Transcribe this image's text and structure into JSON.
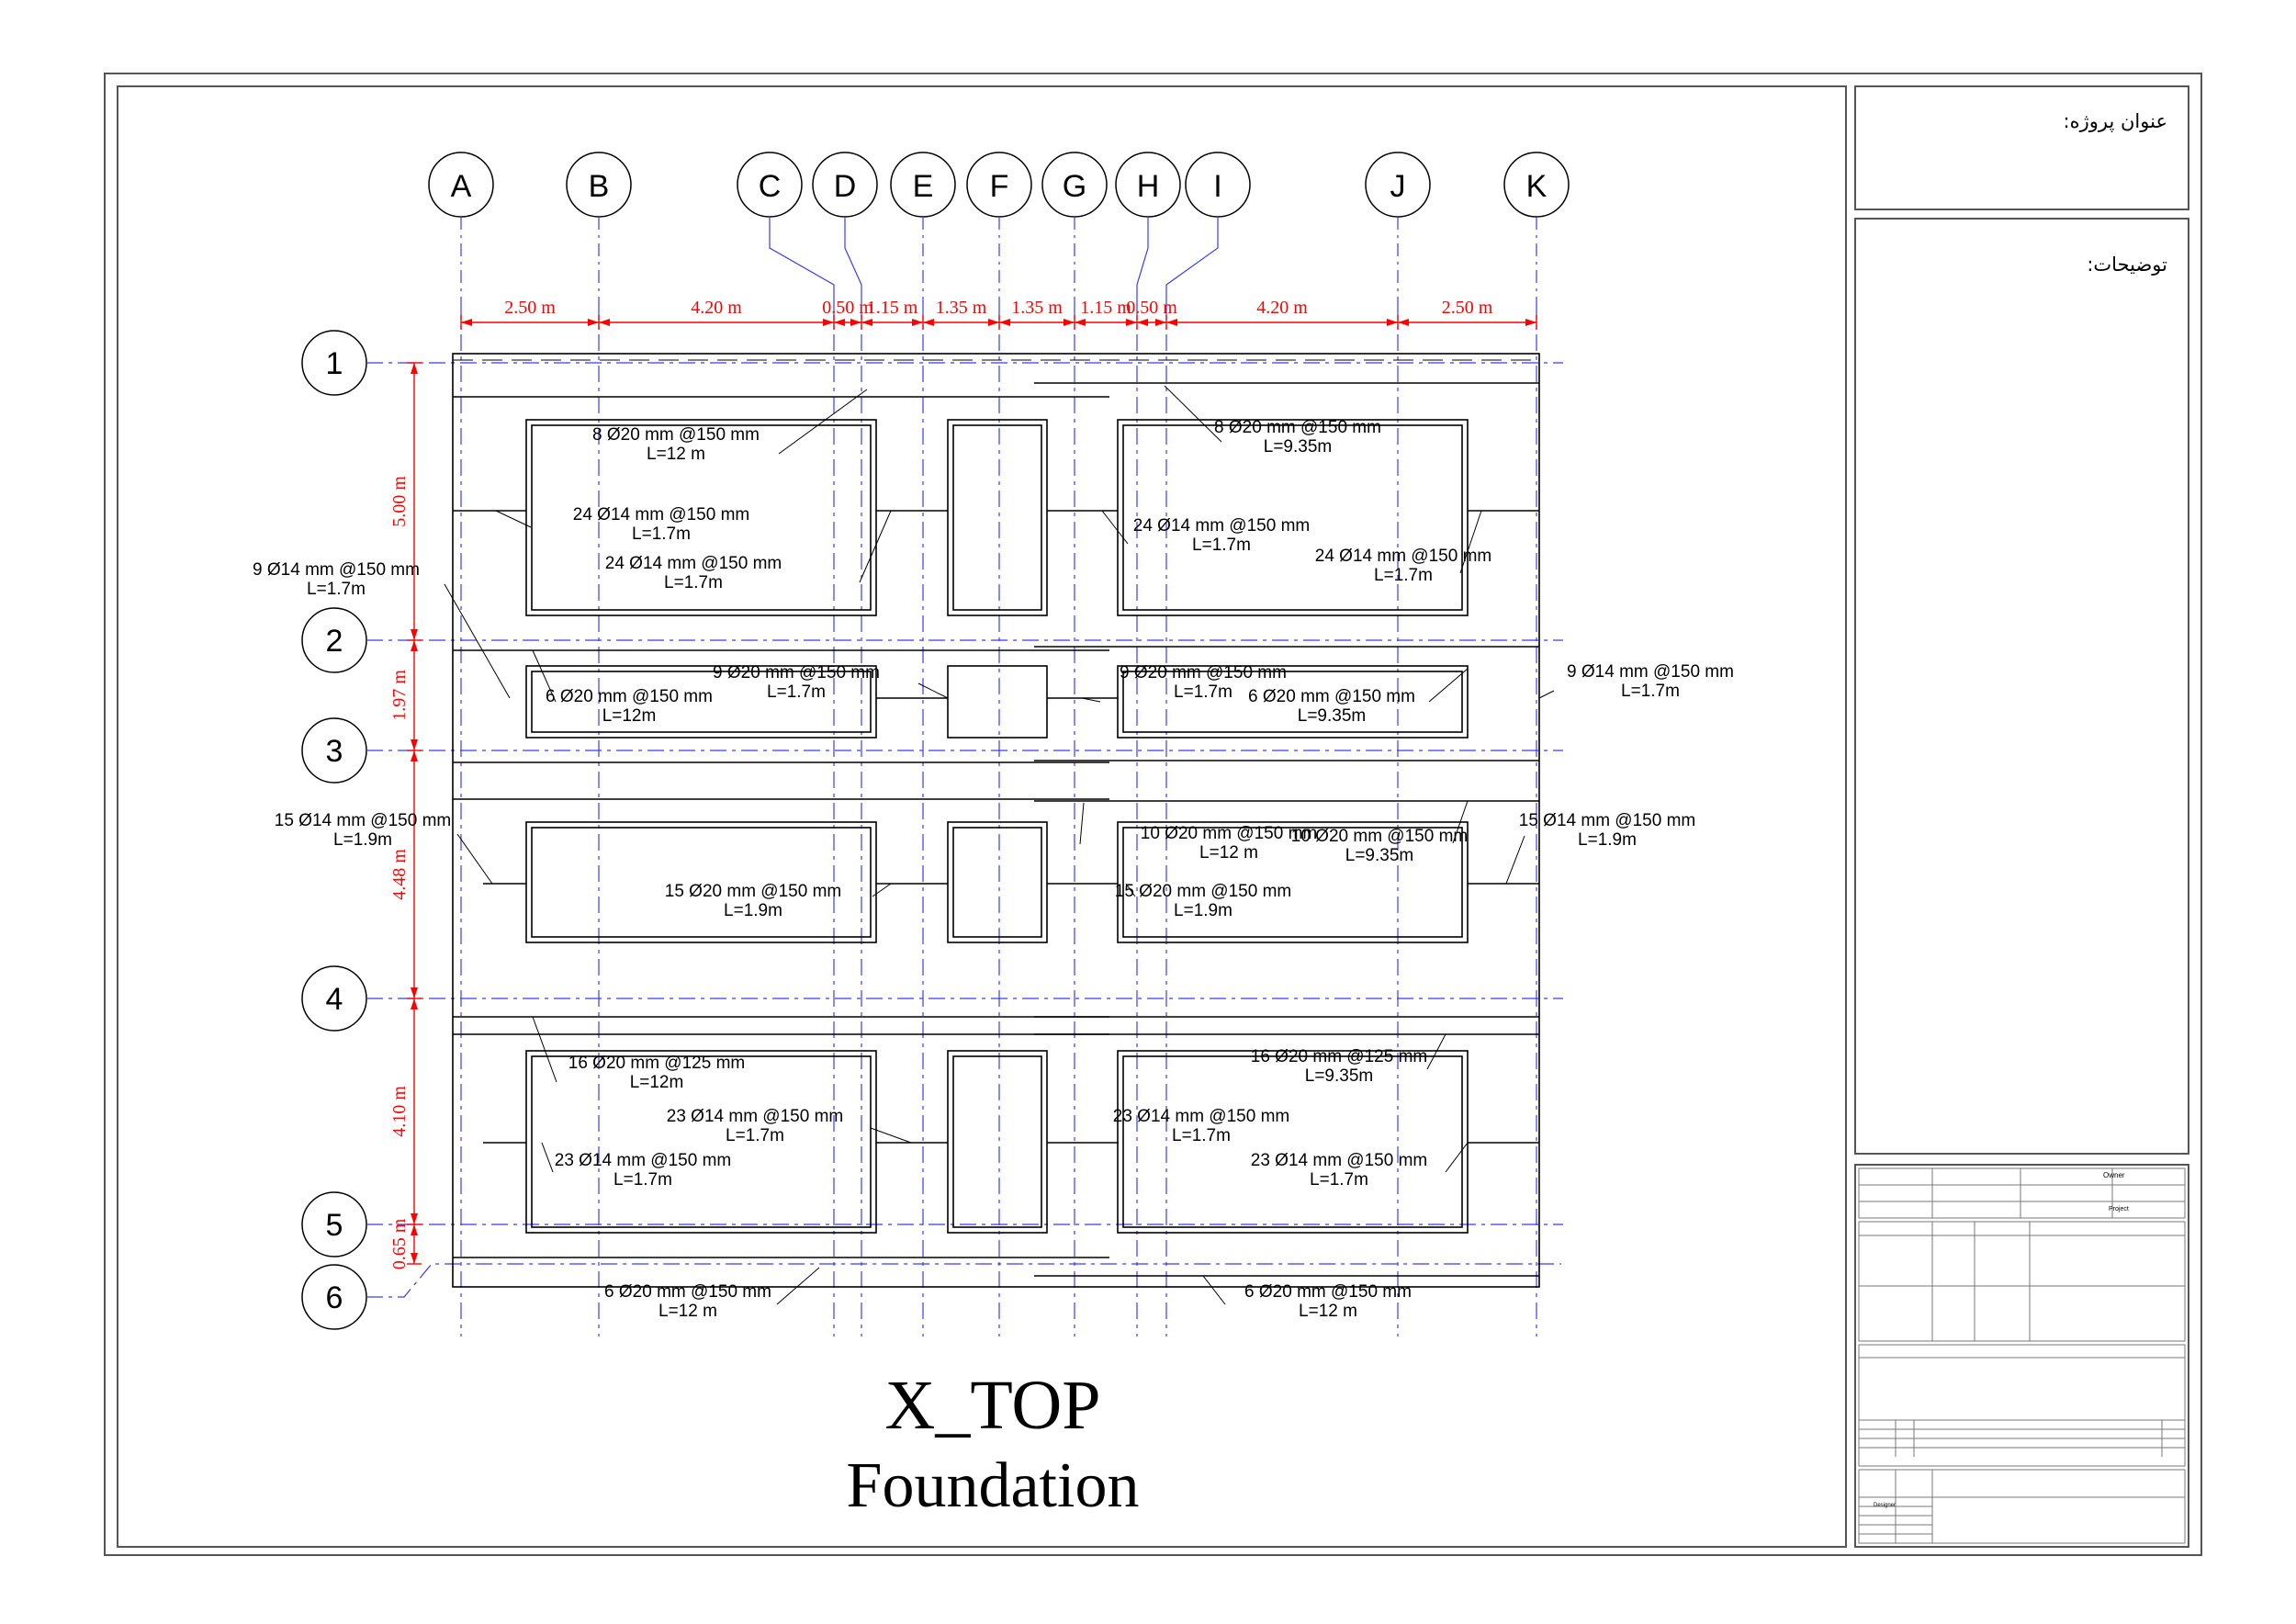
{
  "drawing": {
    "title_main": "X_TOP",
    "title_sub": "Foundation"
  },
  "title_block": {
    "project_title_label": "عنوان پروژه:",
    "description_label": "توضیحات:",
    "small_owner": "Owner",
    "small_project": "Project",
    "small_design": "Designer"
  },
  "vertical_axes": [
    {
      "label": "A"
    },
    {
      "label": "B"
    },
    {
      "label": "C"
    },
    {
      "label": "D"
    },
    {
      "label": "E"
    },
    {
      "label": "F"
    },
    {
      "label": "G"
    },
    {
      "label": "H"
    },
    {
      "label": "I"
    },
    {
      "label": "J"
    },
    {
      "label": "K"
    }
  ],
  "horizontal_axes": [
    {
      "label": "1"
    },
    {
      "label": "2"
    },
    {
      "label": "3"
    },
    {
      "label": "4"
    },
    {
      "label": "5"
    },
    {
      "label": "6"
    }
  ],
  "top_dimensions": [
    "2.50 m",
    "4.20 m",
    "0.50 m",
    "1.15 m",
    "1.35 m",
    "1.35 m",
    "1.15 m",
    "0.50 m",
    "4.20 m",
    "2.50 m"
  ],
  "left_dimensions": [
    "5.00 m",
    "1.97 m",
    "4.48 m",
    "4.10 m",
    "0.65 m"
  ],
  "rebar_annotations": [
    {
      "text": "8 Ø20 mm @150 mm",
      "length": "L=12 m"
    },
    {
      "text": "8 Ø20 mm @150 mm",
      "length": "L=9.35m"
    },
    {
      "text": "24 Ø14 mm @150 mm",
      "length": "L=1.7m"
    },
    {
      "text": "24 Ø14 mm @150 mm",
      "length": "L=1.7m"
    },
    {
      "text": "24 Ø14 mm @150 mm",
      "length": "L=1.7m"
    },
    {
      "text": "24 Ø14 mm @150 mm",
      "length": "L=1.7m"
    },
    {
      "text": "9 Ø14 mm @150 mm",
      "length": "L=1.7m"
    },
    {
      "text": "9 Ø20 mm @150 mm",
      "length": "L=1.7m"
    },
    {
      "text": "9 Ø20 mm @150 mm",
      "length": "L=1.7m"
    },
    {
      "text": "6 Ø20 mm @150 mm",
      "length": "L=12m"
    },
    {
      "text": "6 Ø20 mm @150 mm",
      "length": "L=9.35m"
    },
    {
      "text": "9 Ø14 mm @150 mm",
      "length": "L=1.7m"
    },
    {
      "text": "15 Ø14 mm @150 mm",
      "length": "L=1.9m"
    },
    {
      "text": "10 Ø20 mm @150 mm",
      "length": "L=12 m"
    },
    {
      "text": "10 Ø20 mm @150 mm",
      "length": "L=9.35m"
    },
    {
      "text": "15 Ø14 mm @150 mm",
      "length": "L=1.9m"
    },
    {
      "text": "15 Ø20 mm @150 mm",
      "length": "L=1.9m"
    },
    {
      "text": "15 Ø20 mm @150 mm",
      "length": "L=1.9m"
    },
    {
      "text": "16 Ø20 mm @125 mm",
      "length": "L=12m"
    },
    {
      "text": "16 Ø20 mm @125 mm",
      "length": "L=9.35m"
    },
    {
      "text": "23 Ø14 mm @150 mm",
      "length": "L=1.7m"
    },
    {
      "text": "23 Ø14 mm @150 mm",
      "length": "L=1.7m"
    },
    {
      "text": "23 Ø14 mm @150 mm",
      "length": "L=1.7m"
    },
    {
      "text": "23 Ø14 mm @150 mm",
      "length": "L=1.7m"
    },
    {
      "text": "6 Ø20 mm @150 mm",
      "length": "L=12 m"
    },
    {
      "text": "6 Ø20 mm @150 mm",
      "length": "L=12 m"
    }
  ],
  "colors": {
    "axis_line": "#3a3aff",
    "dimension": "#ff0000",
    "structure": "#000000",
    "annotation": "#000000",
    "frame": "#555555"
  }
}
